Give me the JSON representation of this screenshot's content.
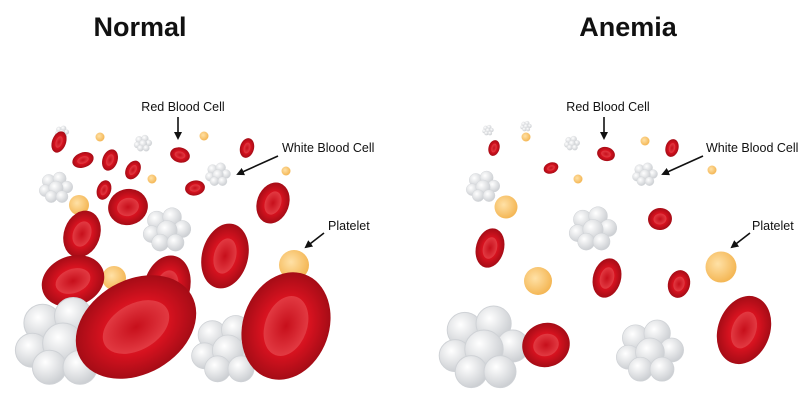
{
  "panels": {
    "normal": {
      "title": "Normal",
      "labels": {
        "rbc": "Red Blood Cell",
        "wbc": "White Blood Cell",
        "platelet": "Platelet"
      }
    },
    "anemia": {
      "title": "Anemia",
      "labels": {
        "rbc": "Red Blood Cell",
        "wbc": "White Blood Cell",
        "platelet": "Platelet"
      }
    }
  },
  "colors": {
    "rbc_light": "#ee4b53",
    "rbc_mid": "#d6121f",
    "rbc_dark": "#a50c16",
    "platelet_light": "#ffe1a6",
    "platelet_dark": "#f4b756",
    "wbc_light": "#ffffff",
    "wbc_dark": "#c9ccd0"
  }
}
